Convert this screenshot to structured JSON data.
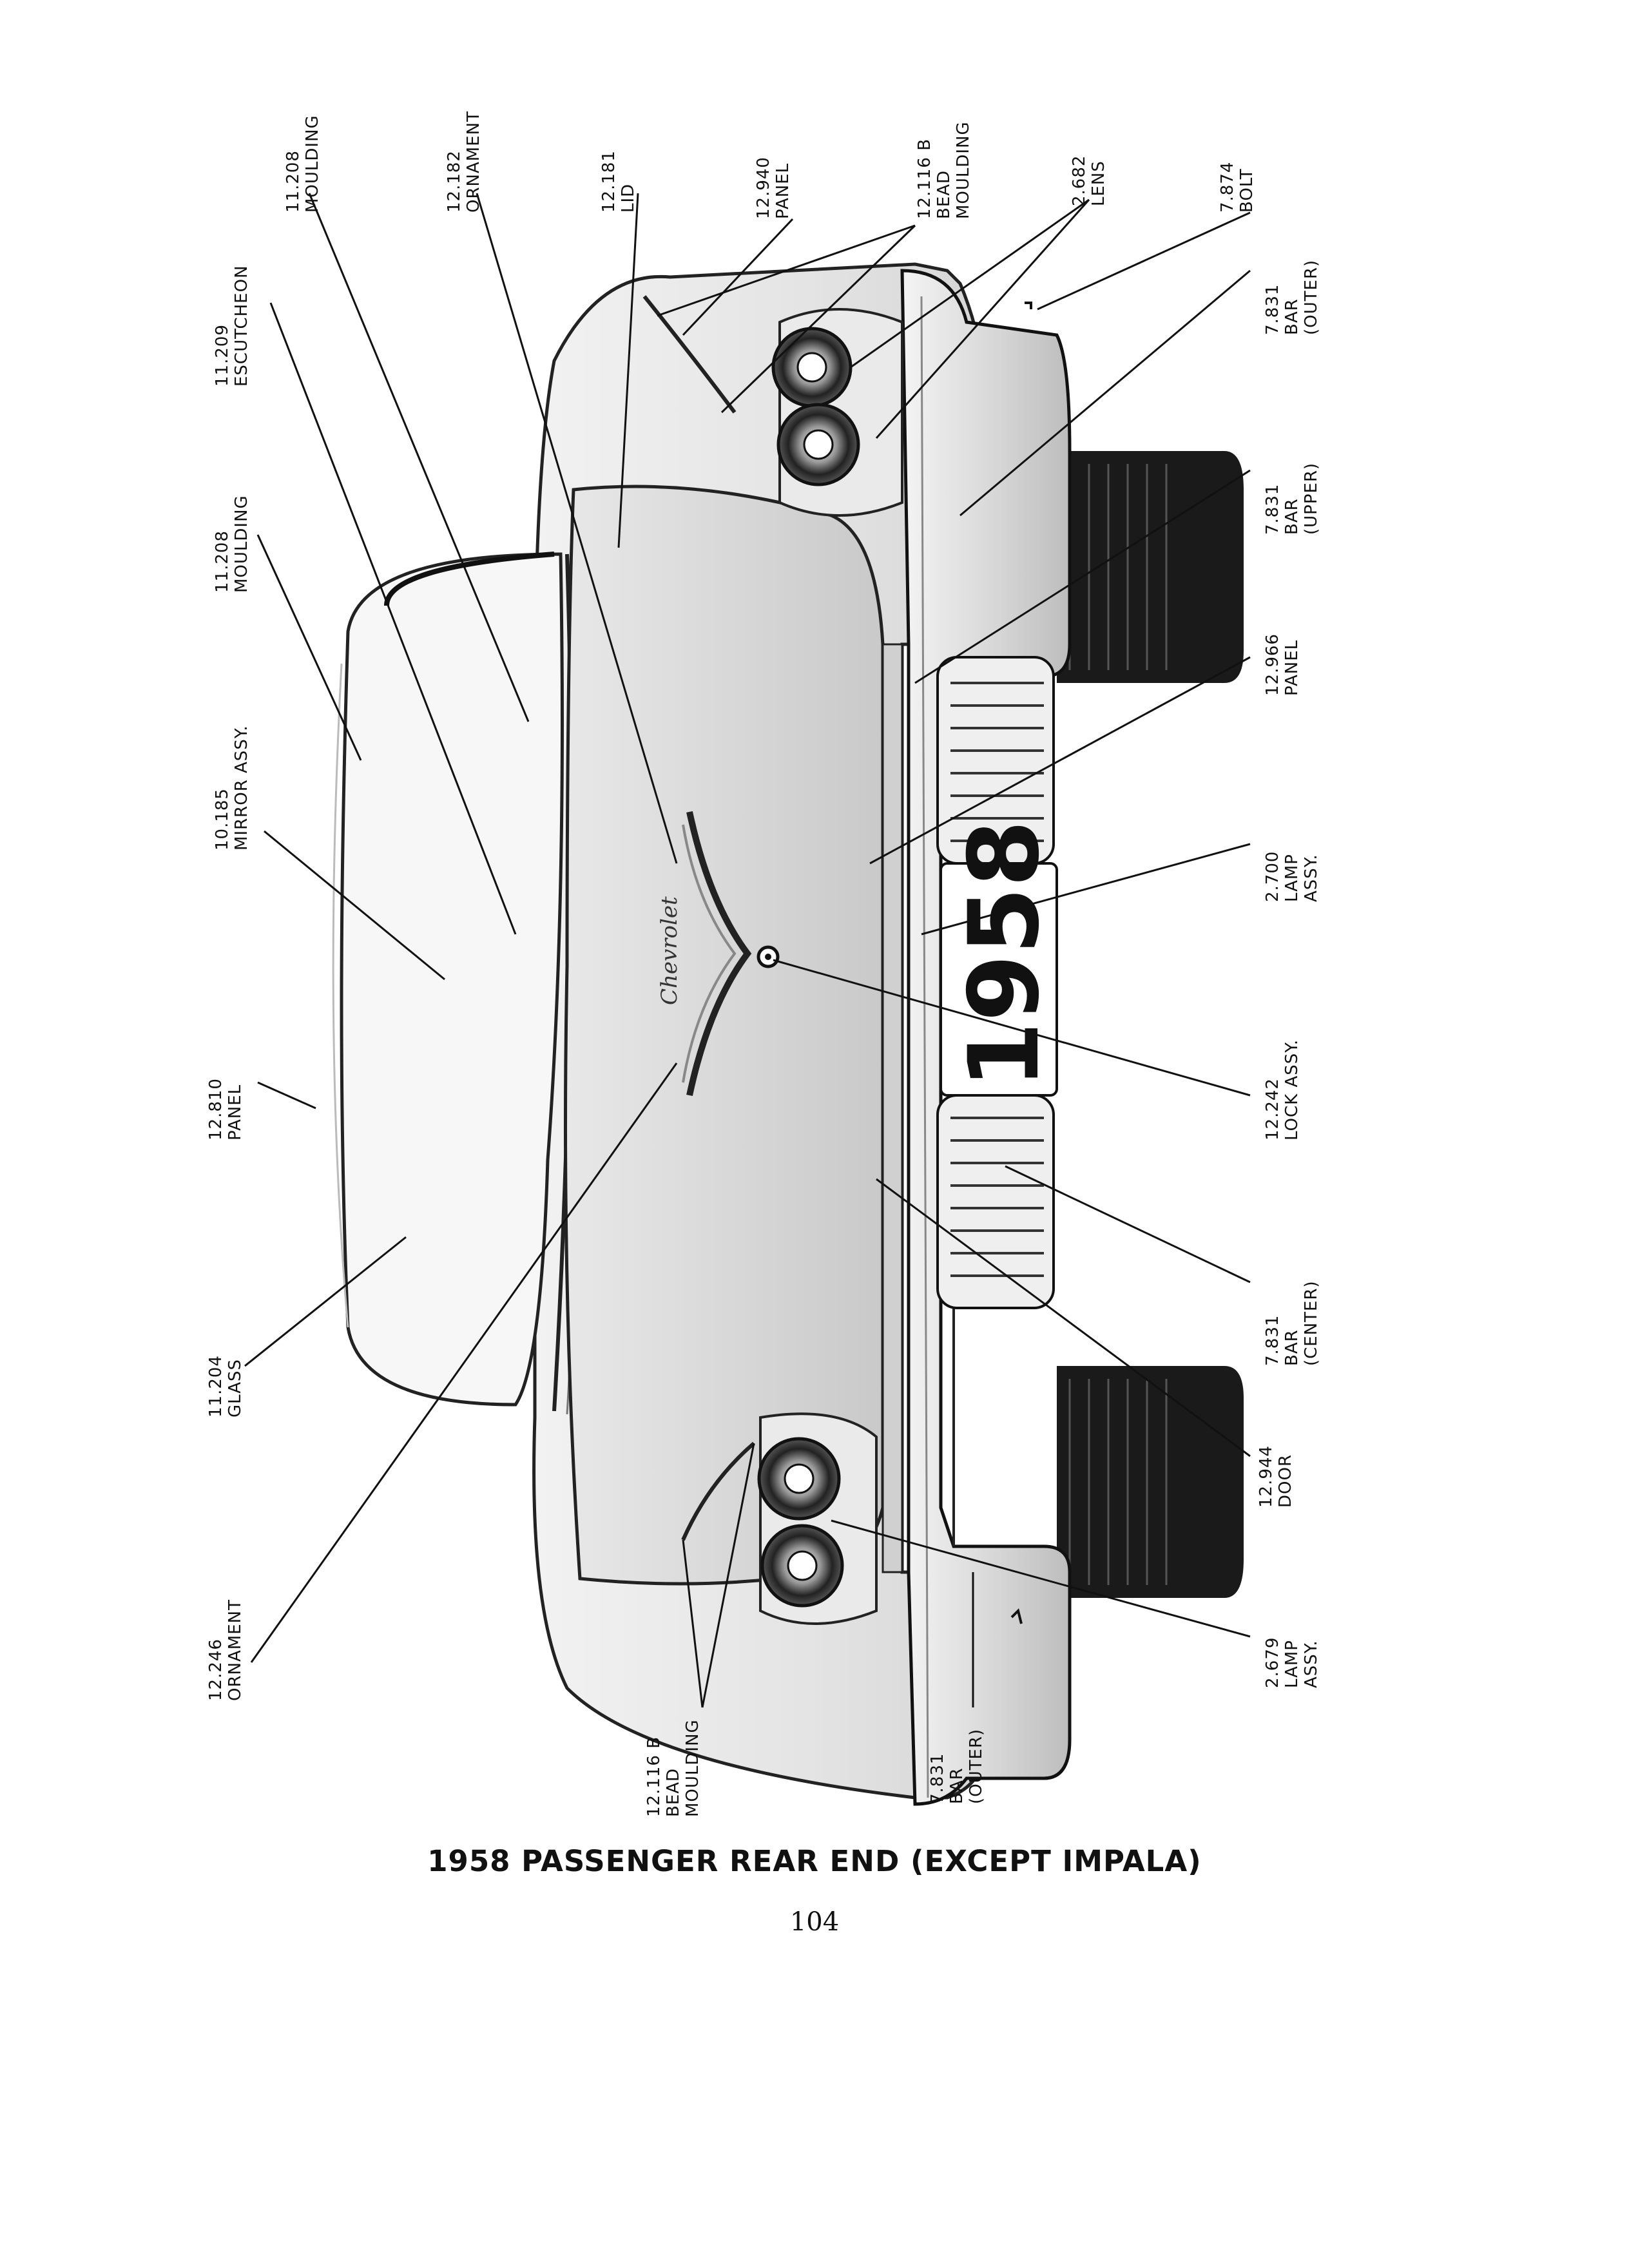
{
  "caption": "1958 PASSENGER REAR END (EXCEPT IMPALA)",
  "page_number": "104",
  "plate": {
    "year": "1958",
    "badge_script": "Chevrolet"
  },
  "callouts": [
    {
      "id": "c1",
      "lines": [
        "11.209",
        "ESCUTCHEON"
      ]
    },
    {
      "id": "c2",
      "lines": [
        "11.208",
        "MOULDING"
      ]
    },
    {
      "id": "c3",
      "lines": [
        "12.182",
        "ORNAMENT"
      ]
    },
    {
      "id": "c4",
      "lines": [
        "12.181",
        "LID"
      ]
    },
    {
      "id": "c5",
      "lines": [
        "12.940",
        "PANEL"
      ]
    },
    {
      "id": "c6",
      "lines": [
        "12.116 B",
        "BEAD",
        "MOULDING"
      ]
    },
    {
      "id": "c7",
      "lines": [
        "2.682",
        "LENS"
      ]
    },
    {
      "id": "c8",
      "lines": [
        "7.874",
        "BOLT"
      ]
    },
    {
      "id": "c9",
      "lines": [
        "7.831",
        "BAR",
        "(OUTER)"
      ]
    },
    {
      "id": "c10",
      "lines": [
        "11.208",
        "MOULDING"
      ]
    },
    {
      "id": "c11",
      "lines": [
        "10.185",
        "MIRROR ASSY."
      ]
    },
    {
      "id": "c12",
      "lines": [
        "12.810",
        "PANEL"
      ]
    },
    {
      "id": "c13",
      "lines": [
        "11.204",
        "GLASS"
      ]
    },
    {
      "id": "c14",
      "lines": [
        "12.246",
        "ORNAMENT"
      ]
    },
    {
      "id": "c15",
      "lines": [
        "12.116 B",
        "BEAD",
        "MOULDING"
      ]
    },
    {
      "id": "c16",
      "lines": [
        "7.831",
        "BAR",
        "(OUTER)"
      ]
    },
    {
      "id": "c17",
      "lines": [
        "7.831",
        "BAR",
        "(UPPER)"
      ]
    },
    {
      "id": "c18",
      "lines": [
        "12.966",
        "PANEL"
      ]
    },
    {
      "id": "c19",
      "lines": [
        "2.700",
        "LAMP",
        "ASSY."
      ]
    },
    {
      "id": "c20",
      "lines": [
        "12.242",
        "LOCK ASSY."
      ]
    },
    {
      "id": "c21",
      "lines": [
        "7.831",
        "BAR",
        "(CENTER)"
      ]
    },
    {
      "id": "c22",
      "lines": [
        "12.944",
        "DOOR"
      ]
    },
    {
      "id": "c23",
      "lines": [
        "2.679",
        "LAMP",
        "ASSY."
      ]
    }
  ]
}
